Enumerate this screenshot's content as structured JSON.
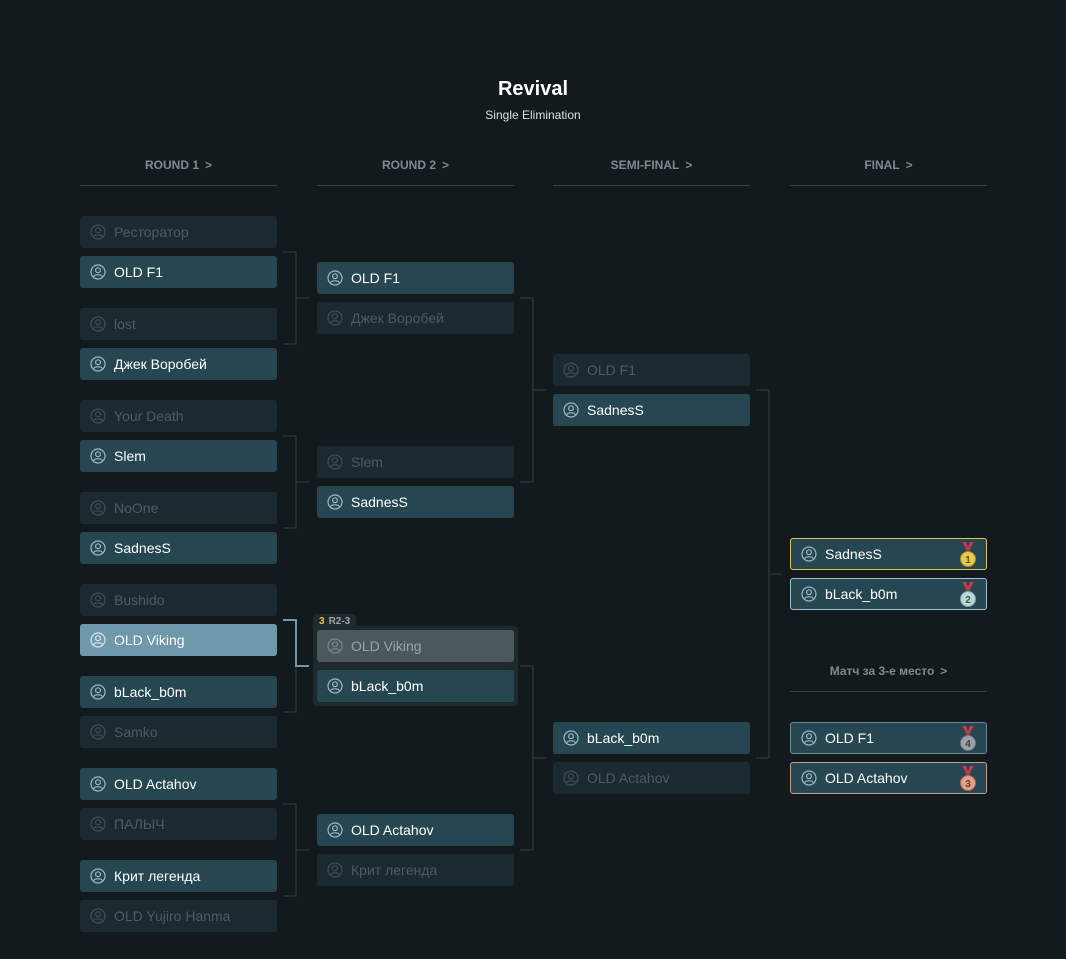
{
  "title": "Revival",
  "subtitle": "Single Elimination",
  "rounds": [
    {
      "label": "ROUND 1",
      "chevron": ">"
    },
    {
      "label": "ROUND 2",
      "chevron": ">"
    },
    {
      "label": "SEMI-FINAL",
      "chevron": ">"
    },
    {
      "label": "FINAL",
      "chevron": ">"
    }
  ],
  "third_place": {
    "label": "Матч за 3-е место",
    "chevron": ">"
  },
  "highlight_match": {
    "number": "3",
    "code": "R2-3"
  },
  "round1": [
    "Ресторатор",
    "OLD F1",
    "lost",
    "Джек Воробей",
    "Your Death",
    "Slem",
    "NoOne",
    "SadnesS",
    "Bushido",
    "OLD Viking",
    "bLack_b0m",
    "Samko",
    "OLD Actahov",
    "ПАЛЫЧ",
    "Крит легенда",
    "OLD Yujiro Hanma"
  ],
  "round2": [
    "OLD F1",
    "Джек Воробей",
    "Slem",
    "SadnesS",
    "OLD Viking",
    "bLack_b0m",
    "OLD Actahov",
    "Крит легенда"
  ],
  "semifinal": [
    "OLD F1",
    "SadnesS",
    "bLack_b0m",
    "OLD Actahov"
  ],
  "final": [
    {
      "name": "SadnesS",
      "place": "1"
    },
    {
      "name": "bLack_b0m",
      "place": "2"
    }
  ],
  "third_place_match": [
    {
      "name": "OLD F1",
      "place": "4"
    },
    {
      "name": "OLD Actahov",
      "place": "3"
    }
  ],
  "colors": {
    "background": "#131a1e",
    "winner_slot": "#264751",
    "loser_slot": "#1b2a30",
    "highlight": "#6d99aa",
    "gold": "#e2c44a",
    "silver": "#b9c9cd",
    "bronze": "#d4937f"
  }
}
